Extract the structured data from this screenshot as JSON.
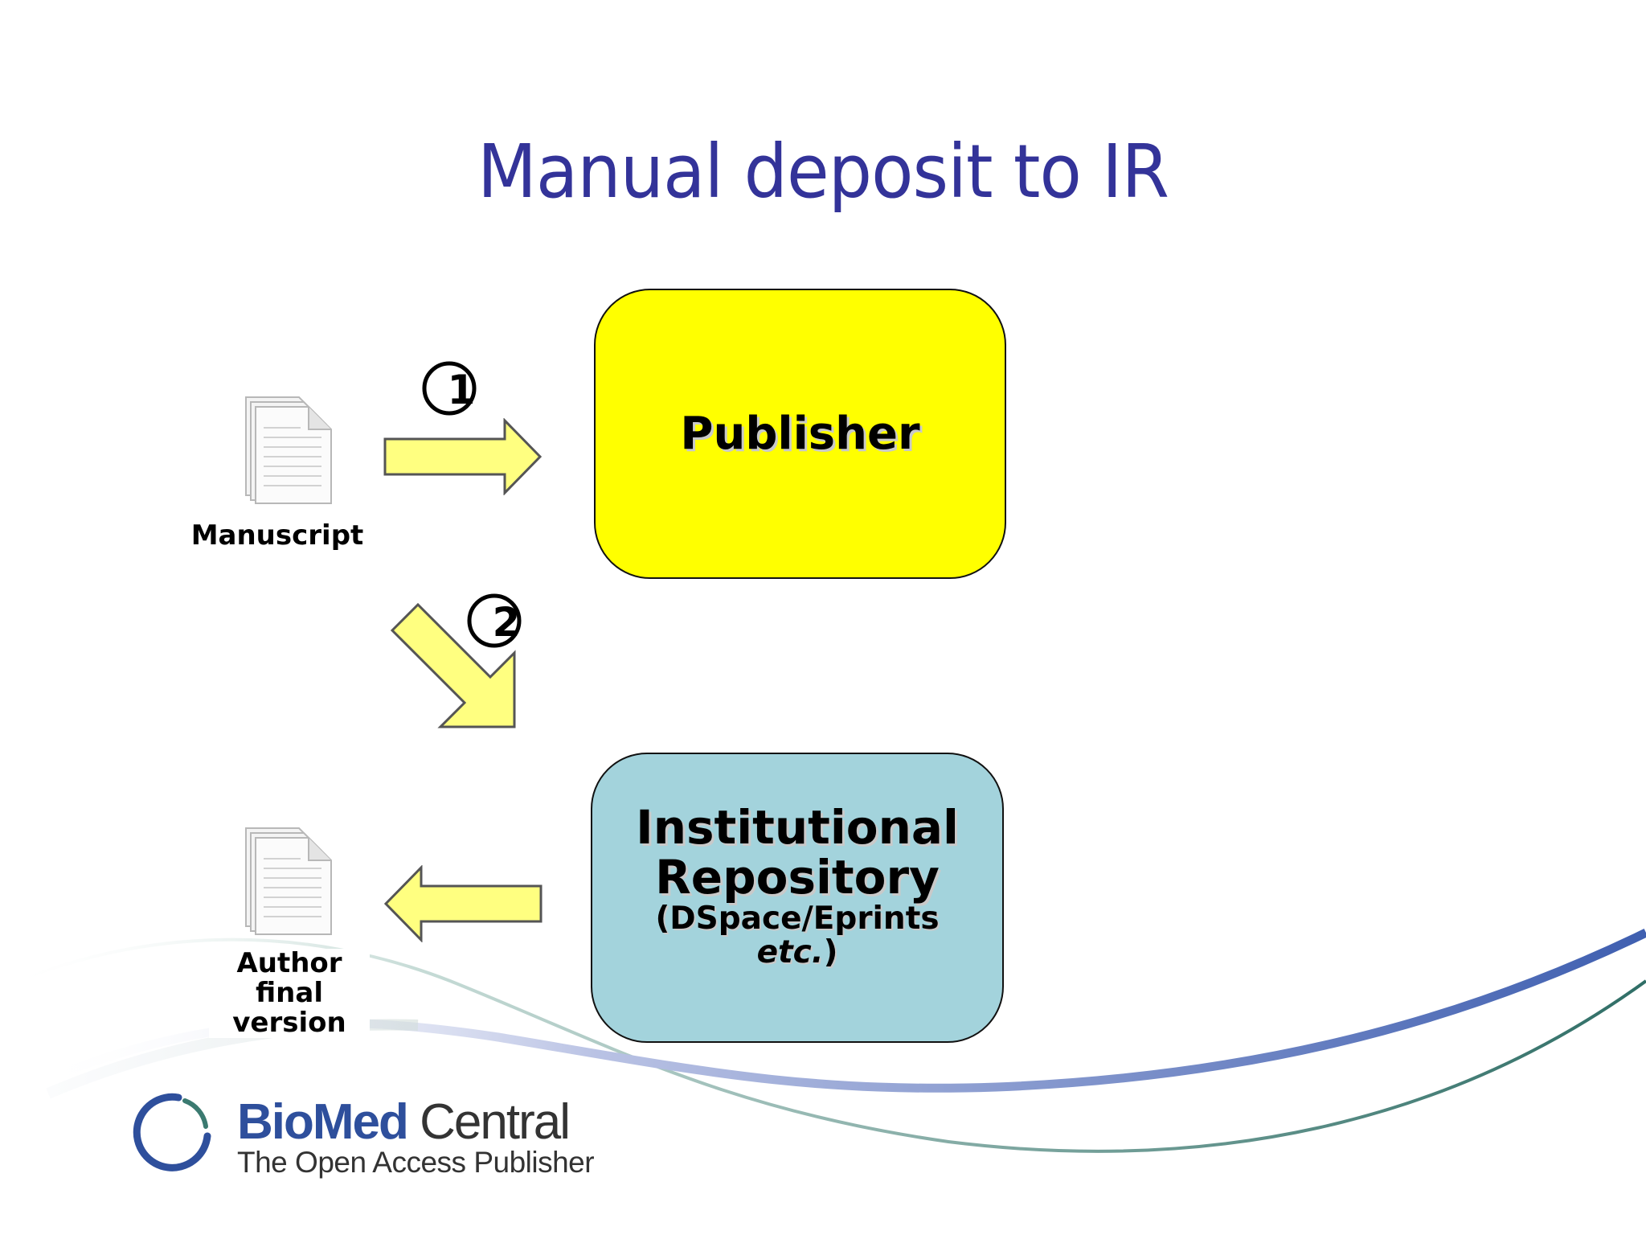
{
  "slide": {
    "title": "Manual deposit to IR"
  },
  "nodes": {
    "publisher": {
      "label": "Publisher",
      "color": "#ffff00"
    },
    "repository": {
      "label_line1": "Institutional",
      "label_line2": "Repository",
      "sub_prefix": "(DSpace/Eprints",
      "sub_italic": "etc.",
      "sub_suffix": ")",
      "color": "#a3d3dc"
    }
  },
  "documents": {
    "manuscript": {
      "caption": "Manuscript",
      "icon": "document-stack-icon"
    },
    "author_final": {
      "caption_lines": [
        "Author",
        "final",
        "version"
      ],
      "icon": "document-stack-icon"
    }
  },
  "steps": [
    {
      "number": "1",
      "description": ""
    },
    {
      "number": "2",
      "description": ""
    }
  ],
  "arrow_color": "#ffff80",
  "logo": {
    "name_bold": "BioMed",
    "name_regular": "Central",
    "tagline": "The Open Access Publisher",
    "brand_color": "#2e4f9c"
  },
  "colors": {
    "title": "#333399",
    "wave_blue": "#3f5fb0",
    "wave_teal": "#3b7a70"
  }
}
